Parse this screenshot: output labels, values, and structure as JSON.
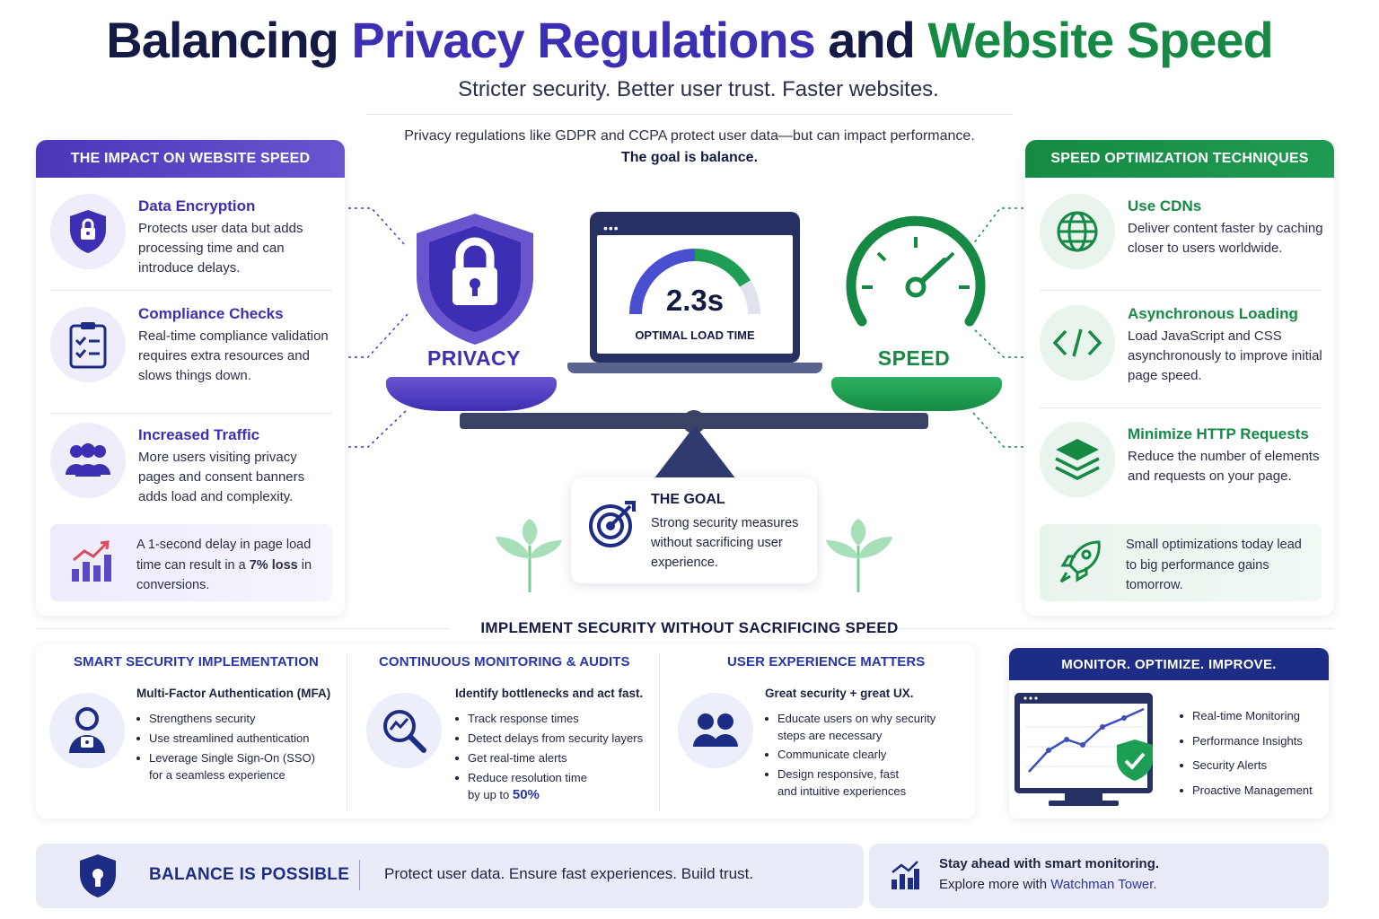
{
  "header": {
    "title_part1": "Balancing ",
    "title_part2": "Privacy Regulations",
    "title_part3": " and ",
    "title_part4": "Website Speed",
    "subtitle": "Stricter security. Better user trust. Faster websites.",
    "intro_line1": "Privacy regulations like GDPR and CCPA protect user data—but can impact performance.",
    "intro_line2": "The goal is balance."
  },
  "impact_panel": {
    "heading": "THE IMPACT ON WEBSITE SPEED",
    "items": [
      {
        "title": "Data Encryption",
        "desc": "Protects user data but adds processing time and can introduce delays.",
        "icon": "lock-shield-icon"
      },
      {
        "title": "Compliance Checks",
        "desc": "Real-time compliance validation requires extra resources and slows things down.",
        "icon": "checklist-icon"
      },
      {
        "title": "Increased Traffic",
        "desc": "More users visiting privacy pages and consent banners adds load and complexity.",
        "icon": "users-icon"
      }
    ],
    "callout": {
      "part1": "A 1-second delay in page load time can result in a ",
      "bold": "7% loss",
      "part2": " in conversions.",
      "icon": "bar-chart-up-icon"
    }
  },
  "techniques_panel": {
    "heading": "SPEED OPTIMIZATION TECHNIQUES",
    "items": [
      {
        "title": "Use CDNs",
        "desc": "Deliver content faster by caching closer to users worldwide.",
        "icon": "globe-icon"
      },
      {
        "title": "Asynchronous Loading",
        "desc": "Load JavaScript and CSS asynchronously to improve initial page speed.",
        "icon": "code-icon"
      },
      {
        "title": "Minimize HTTP Requests",
        "desc": "Reduce the number of elements and requests on your page.",
        "icon": "layers-icon"
      }
    ],
    "callout": {
      "text": "Small optimizations today lead to big performance gains tomorrow.",
      "icon": "rocket-icon"
    }
  },
  "center": {
    "privacy_label": "PRIVACY",
    "speed_label": "SPEED",
    "load_time": "2.3s",
    "load_caption": "OPTIMAL LOAD TIME",
    "goal_title": "THE GOAL",
    "goal_text": "Strong security measures without sacrificing user experience."
  },
  "implement": {
    "heading": "IMPLEMENT SECURITY WITHOUT SACRIFICING SPEED",
    "columns": [
      {
        "title": "SMART SECURITY IMPLEMENTATION",
        "subtitle": "Multi-Factor Authentication (MFA)",
        "icon": "user-lock-icon",
        "bullets": [
          "Strengthens security",
          "Use streamlined authentication",
          "Leverage Single Sign-On (SSO)"
        ],
        "bullet3_cont": "for a seamless experience"
      },
      {
        "title": "CONTINUOUS MONITORING & AUDITS",
        "subtitle": "Identify bottlenecks and act fast.",
        "icon": "magnifier-chart-icon",
        "bullets": [
          "Track response times",
          "Detect delays from security layers",
          "Get real-time alerts",
          "Reduce resolution time"
        ],
        "bullet4_cont": "by up to ",
        "bullet4_highlight": "50%"
      },
      {
        "title": "USER EXPERIENCE MATTERS",
        "subtitle": "Great security + great UX.",
        "icon": "users-icon",
        "bullets": [
          "Educate users on why security",
          "Communicate clearly",
          "Design responsive, fast"
        ],
        "bullet1_cont": "steps are necessary",
        "bullet3_cont": "and intuitive experiences"
      }
    ]
  },
  "monitor": {
    "heading": "MONITOR. OPTIMIZE. IMPROVE.",
    "bullets": [
      "Real-time Monitoring",
      "Performance Insights",
      "Security Alerts",
      "Proactive Management"
    ]
  },
  "footer": {
    "balance_title": "BALANCE IS POSSIBLE",
    "balance_text": "Protect user data. Ensure fast experiences. Build trust.",
    "stay_line1": "Stay ahead with smart monitoring.",
    "stay_line2_prefix": "Explore more with ",
    "stay_link": "Watchman Tower."
  },
  "colors": {
    "purple": "#3d2fb3",
    "green": "#168a45",
    "navy": "#151a45",
    "blue": "#1d2d86"
  }
}
